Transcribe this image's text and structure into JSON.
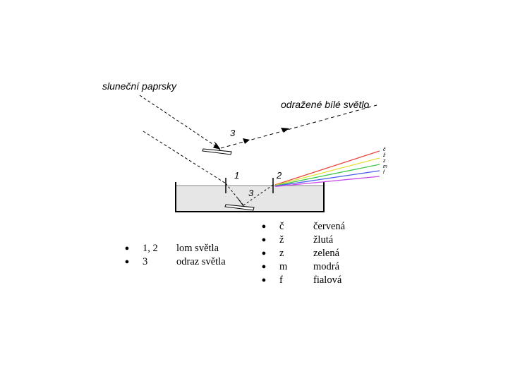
{
  "diagram": {
    "labels": {
      "sunrays": "sluneční paprsky",
      "reflected": "odražené bílé světlo",
      "mark_3_top": "3",
      "mark_1": "1",
      "mark_2": "2",
      "mark_3_bottom": "3"
    },
    "spectrum_letters": [
      "č",
      "ž",
      "z",
      "m",
      "f"
    ],
    "spectrum_colors": [
      "#e8463c",
      "#e8e03c",
      "#3cc84a",
      "#4a5ce8",
      "#c84ae8"
    ]
  },
  "legend_left": [
    {
      "key": "1, 2",
      "value": "lom světla"
    },
    {
      "key": "3",
      "value": "odraz světla"
    }
  ],
  "legend_right": [
    {
      "key": "č",
      "value": "červená"
    },
    {
      "key": "ž",
      "value": "žlutá"
    },
    {
      "key": "z",
      "value": "zelená"
    },
    {
      "key": "m",
      "value": "modrá"
    },
    {
      "key": "f",
      "value": "fialová"
    }
  ]
}
